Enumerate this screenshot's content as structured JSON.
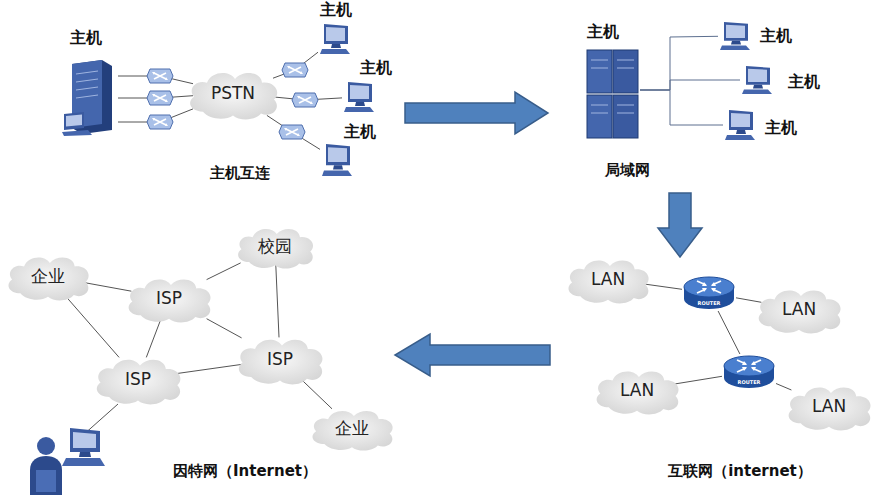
{
  "diagram": {
    "nodes": [
      {
        "text": [
          "主机"
        ]
      },
      {
        "text": [
          "PSTN"
        ]
      },
      {
        "text": [
          "主机"
        ]
      },
      {
        "text": [
          "主机"
        ]
      },
      {
        "text": [
          "主机"
        ]
      },
      {
        "text": [
          "主机"
        ]
      },
      {
        "text": [
          "主机"
        ]
      },
      {
        "text": [
          "主机"
        ]
      },
      {
        "text": [
          "主机"
        ]
      },
      {
        "text": [
          "LAN"
        ]
      },
      {
        "text": [
          "ROUTER"
        ]
      },
      {
        "text": [
          "LAN"
        ]
      },
      {
        "text": [
          "ROUTER"
        ]
      },
      {
        "text": [
          "LAN"
        ]
      },
      {
        "text": [
          "LAN"
        ]
      },
      {
        "text": [
          "企业"
        ]
      },
      {
        "text": [
          "校园"
        ]
      },
      {
        "text": [
          "ISP"
        ]
      },
      {
        "text": [
          "ISP"
        ]
      },
      {
        "text": [
          "ISP"
        ]
      },
      {
        "text": [
          "企业"
        ]
      }
    ],
    "edges": [
      {
        "from": 0,
        "to": 1,
        "arrow": "none"
      },
      {
        "from": 0,
        "to": 1,
        "arrow": "none"
      },
      {
        "from": 0,
        "to": 1,
        "arrow": "none"
      },
      {
        "from": 1,
        "to": 2,
        "arrow": "none"
      },
      {
        "from": 1,
        "to": 3,
        "arrow": "none"
      },
      {
        "from": 1,
        "to": 4,
        "arrow": "none"
      },
      {
        "from": 5,
        "to": 6,
        "arrow": "none"
      },
      {
        "from": 5,
        "to": 7,
        "arrow": "none"
      },
      {
        "from": 5,
        "to": 8,
        "arrow": "none"
      },
      {
        "from": 9,
        "to": 10,
        "arrow": "none"
      },
      {
        "from": 10,
        "to": 11,
        "arrow": "none"
      },
      {
        "from": 10,
        "to": 12,
        "arrow": "none"
      },
      {
        "from": 12,
        "to": 13,
        "arrow": "none"
      },
      {
        "from": 12,
        "to": 14,
        "arrow": "none"
      },
      {
        "from": 15,
        "to": 17,
        "arrow": "none"
      },
      {
        "from": 15,
        "to": 19,
        "arrow": "none"
      },
      {
        "from": 16,
        "to": 17,
        "arrow": "none"
      },
      {
        "from": 16,
        "to": 18,
        "arrow": "none"
      },
      {
        "from": 17,
        "to": 19,
        "arrow": "none"
      },
      {
        "from": 17,
        "to": 18,
        "arrow": "none"
      },
      {
        "from": 19,
        "to": 18,
        "arrow": "none"
      },
      {
        "from": 18,
        "to": 20,
        "arrow": "none"
      }
    ],
    "labels": [
      "主机互连",
      "局域网",
      "互联网（internet）",
      "因特网（Internet）"
    ]
  }
}
